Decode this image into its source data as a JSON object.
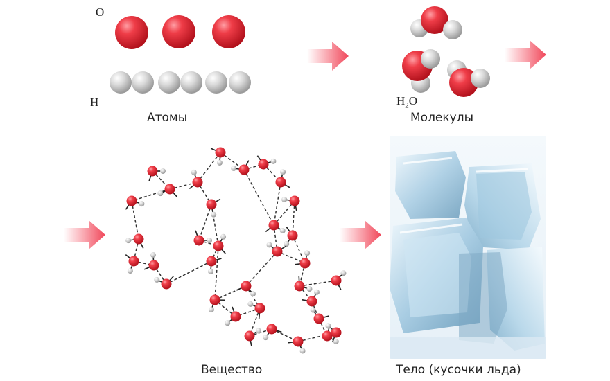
{
  "labels": {
    "oxygen": "O",
    "hydrogen": "H",
    "water_formula_main": "H",
    "water_formula_sub": "2",
    "water_formula_tail": "O"
  },
  "captions": {
    "atoms": "Атомы",
    "molecules": "Молекулы",
    "substance": "Вещество",
    "body": "Тело (кусочки льда)"
  },
  "colors": {
    "oxygen": "#e0323d",
    "hydrogen": "#cfcfcf",
    "arrow": "#f46a78",
    "ice": "#cfe6f3"
  },
  "icons": [
    "right-arrow-icon"
  ]
}
